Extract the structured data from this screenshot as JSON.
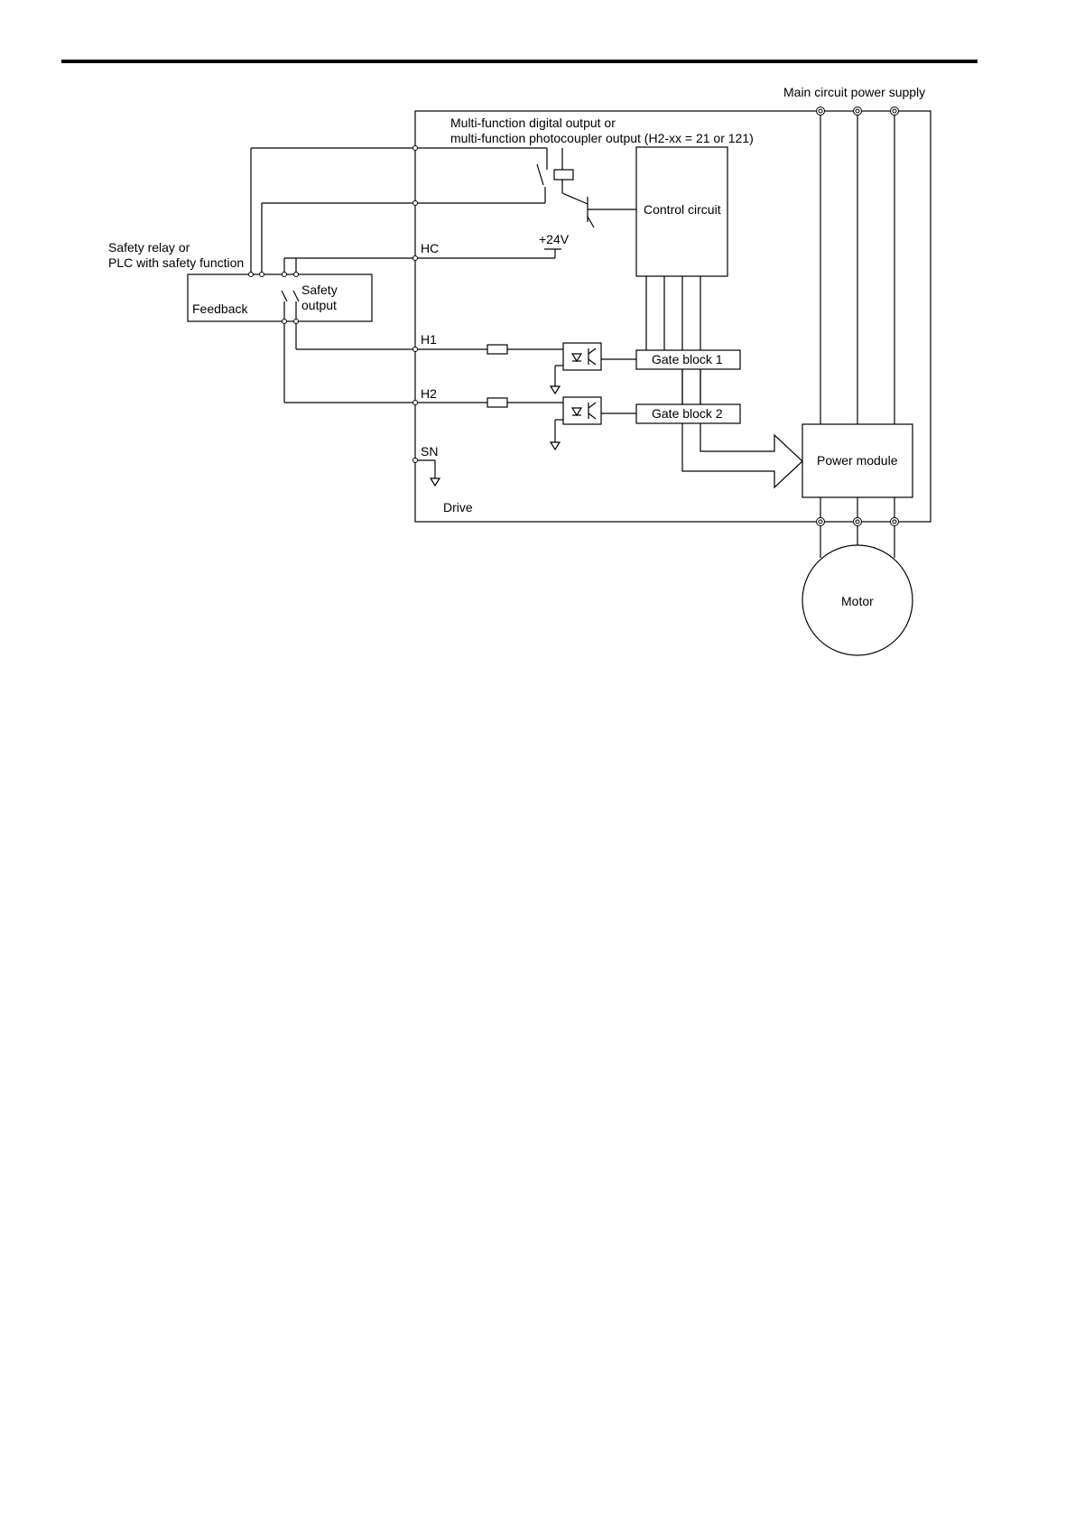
{
  "labels": {
    "main_supply": "Main circuit power supply",
    "mf_output_line1": "Multi-function digital output or",
    "mf_output_line2": "multi-function photocoupler output (H2-xx = 21 or 121)",
    "control_circuit": "Control circuit",
    "plus24v": "+24V",
    "safety_relay_line1": "Safety relay or",
    "safety_relay_line2": "PLC with safety function",
    "feedback": "Feedback",
    "safety_output_line1": "Safety",
    "safety_output_line2": "output",
    "hc": "HC",
    "h1": "H1",
    "h2": "H2",
    "sn": "SN",
    "gate_block_1": "Gate block 1",
    "gate_block_2": "Gate block 2",
    "power_module": "Power module",
    "drive": "Drive",
    "motor": "Motor"
  }
}
